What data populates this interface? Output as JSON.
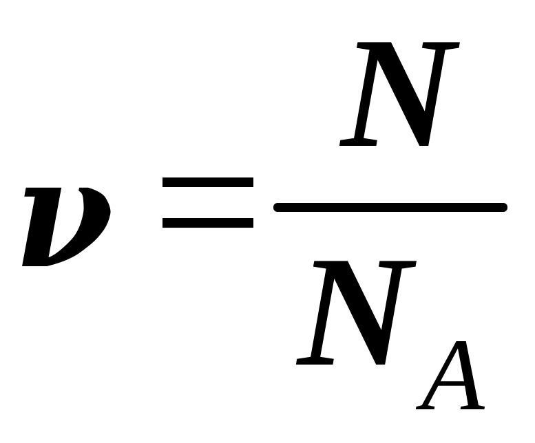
{
  "formula": {
    "lhs": "ν",
    "equals": "=",
    "numerator": "N",
    "denominator": "N",
    "denominator_subscript": "A"
  },
  "colors": {
    "background": "#ffffff",
    "ink": "#000000"
  }
}
